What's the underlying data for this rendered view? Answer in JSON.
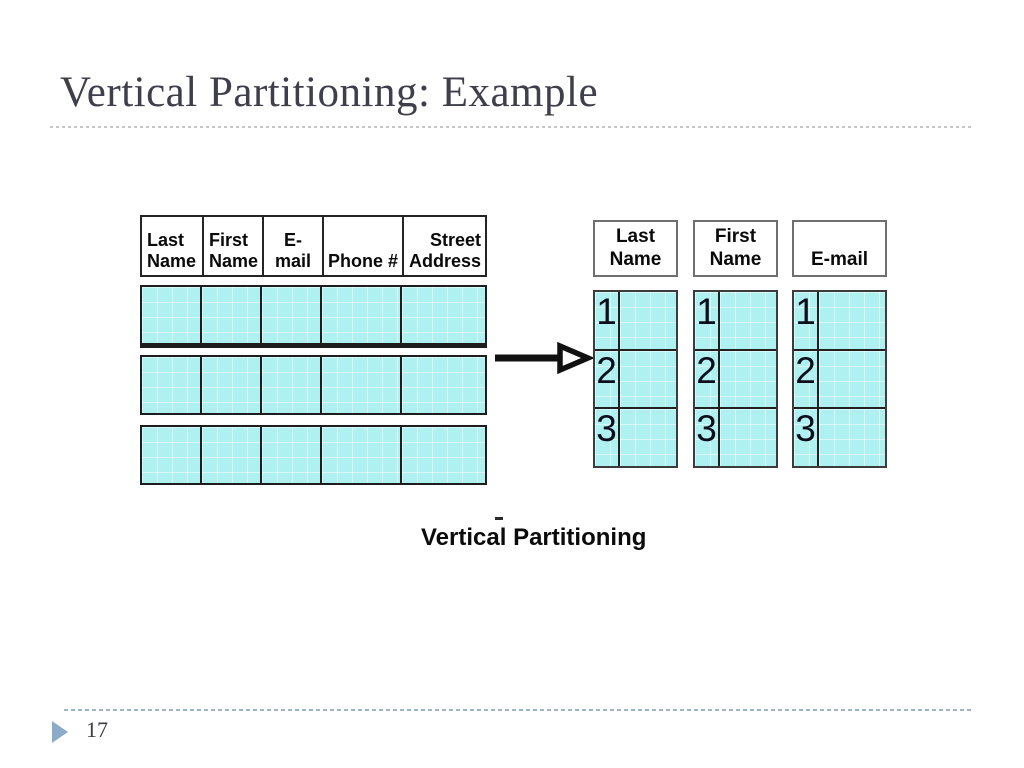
{
  "title": "Vertical Partitioning: Example",
  "footer": {
    "page_number": "17"
  },
  "diagram": {
    "caption": "Vertical Partitioning",
    "source_table": {
      "columns": [
        {
          "line1": "Last",
          "line2": "Name"
        },
        {
          "line1": "First",
          "line2": "Name"
        },
        {
          "line1": "",
          "line2": "E-mail"
        },
        {
          "line1": "",
          "line2": "Phone #"
        },
        {
          "line1": "Street",
          "line2": "Address"
        }
      ],
      "row_count": 3
    },
    "partitions": [
      {
        "header_line1": "Last",
        "header_line2": "Name",
        "rows": [
          "1",
          "2",
          "3"
        ]
      },
      {
        "header_line1": "First",
        "header_line2": "Name",
        "rows": [
          "1",
          "2",
          "3"
        ]
      },
      {
        "header_line1": "",
        "header_line2": "E-mail",
        "rows": [
          "1",
          "2",
          "3"
        ]
      }
    ]
  },
  "colors": {
    "cell_fill": "#aff0f1",
    "table_border": "#1d1d1d",
    "partition_header_border": "#6f6f6f",
    "title_text": "#3f3f4b",
    "footer_marker": "#8cabc9",
    "footer_rule": "#a0b4c8",
    "title_rule": "#c7c7c9"
  }
}
